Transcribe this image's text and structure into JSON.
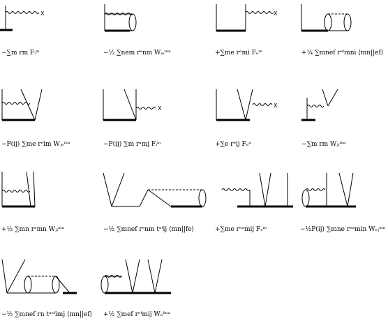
{
  "diagrams": [
    {
      "id": 1,
      "marker": "X",
      "expression": "−∑m rm Fᵢᵐ"
    },
    {
      "id": 2,
      "marker": "",
      "expression": "−½ ∑nem rᵉnm Wᵢₑᵐⁿ"
    },
    {
      "id": 3,
      "marker": "X",
      "expression": "+∑me rᵉmi Fₑᵐ"
    },
    {
      "id": 4,
      "marker": "",
      "expression": "+¼ ∑mnef rᵉᶠmni ⟨mn||ef⟩"
    },
    {
      "id": 5,
      "marker": "",
      "expression": "−P(ij) ∑me rᵉim Wⱼₑᵐᵃ"
    },
    {
      "id": 6,
      "marker": "X",
      "expression": "−P(ij) ∑m rᵃmj Fᵢᵐ"
    },
    {
      "id": 7,
      "marker": "X",
      "expression": "+∑e rᵉij Fₑᵃ"
    },
    {
      "id": 8,
      "marker": "",
      "expression": "−∑m rm Wⱼᵢᵐᵃ"
    },
    {
      "id": 9,
      "marker": "",
      "expression": "+½ ∑mn rᵃmn Wⱼᵢᵐⁿ"
    },
    {
      "id": 10,
      "marker": "",
      "expression": "−½ ∑mnef rᵉnm tᵃᶠij ⟨mn||fe⟩"
    },
    {
      "id": 11,
      "marker": "",
      "expression": "+∑me rᵉᵃmij Fₑᵐ"
    },
    {
      "id": 12,
      "marker": "",
      "expression": "−½P(ij) ∑mne rᵉᵃmin Wₑⱼᵐⁿ"
    },
    {
      "id": 13,
      "marker": "",
      "expression": "−½ ∑mnef rn tᵃᵉᶠimj ⟨mn||ef⟩"
    },
    {
      "id": 14,
      "marker": "",
      "expression": "+½ ∑mef rᵉᶠmij Wₑᶠᵐᵃ"
    }
  ]
}
